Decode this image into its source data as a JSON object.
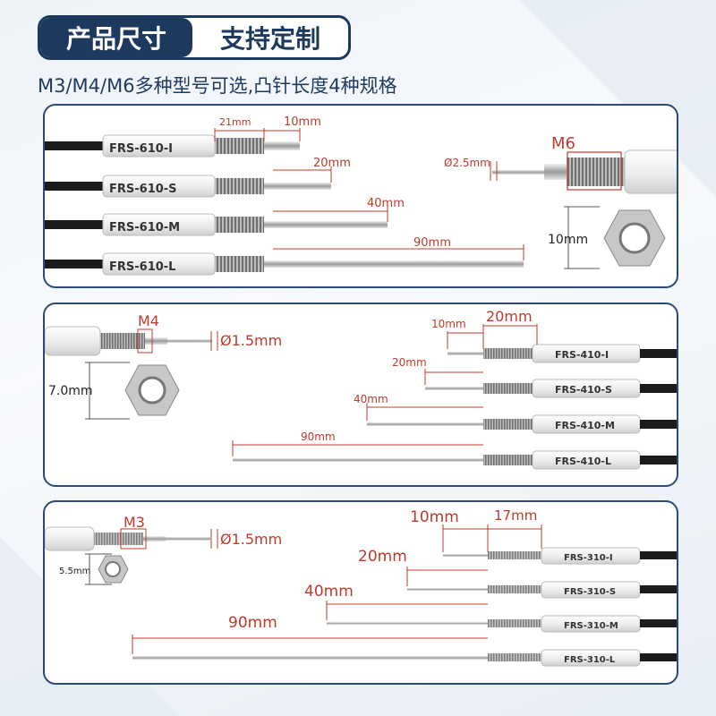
{
  "header": {
    "left": "产品尺寸",
    "right": "支持定制"
  },
  "subtitle": "M3/M4/M6多种型号可选,凸针长度4种规格",
  "colors": {
    "navy": "#1d3a5e",
    "panel_border": "#2b4a78",
    "dim_red": "#c0392b",
    "cable": "#1b1b1b"
  },
  "panel1": {
    "dims": {
      "thread": "21mm",
      "tip": "10mm",
      "s": "20mm",
      "m": "40mm",
      "l": "90mm",
      "thread_label": "M6",
      "diameter": "Ø2.5mm",
      "nut": "10mm"
    },
    "models": [
      "FRS-610-I",
      "FRS-610-S",
      "FRS-610-M",
      "FRS-610-L"
    ]
  },
  "panel2": {
    "dims": {
      "thread_label": "M4",
      "diameter": "Ø1.5mm",
      "nut": "7.0mm",
      "i": "10mm",
      "thread": "20mm",
      "s": "20mm",
      "m": "40mm",
      "l": "90mm"
    },
    "models": [
      "FRS-410-I",
      "FRS-410-S",
      "FRS-410-M",
      "FRS-410-L"
    ]
  },
  "panel3": {
    "dims": {
      "thread_label": "M3",
      "diameter": "Ø1.5mm",
      "nut": "5.5mm",
      "i": "10mm",
      "thread": "17mm",
      "s": "20mm",
      "m": "40mm",
      "l": "90mm"
    },
    "models": [
      "FRS-310-I",
      "FRS-310-S",
      "FRS-310-M",
      "FRS-310-L"
    ]
  }
}
